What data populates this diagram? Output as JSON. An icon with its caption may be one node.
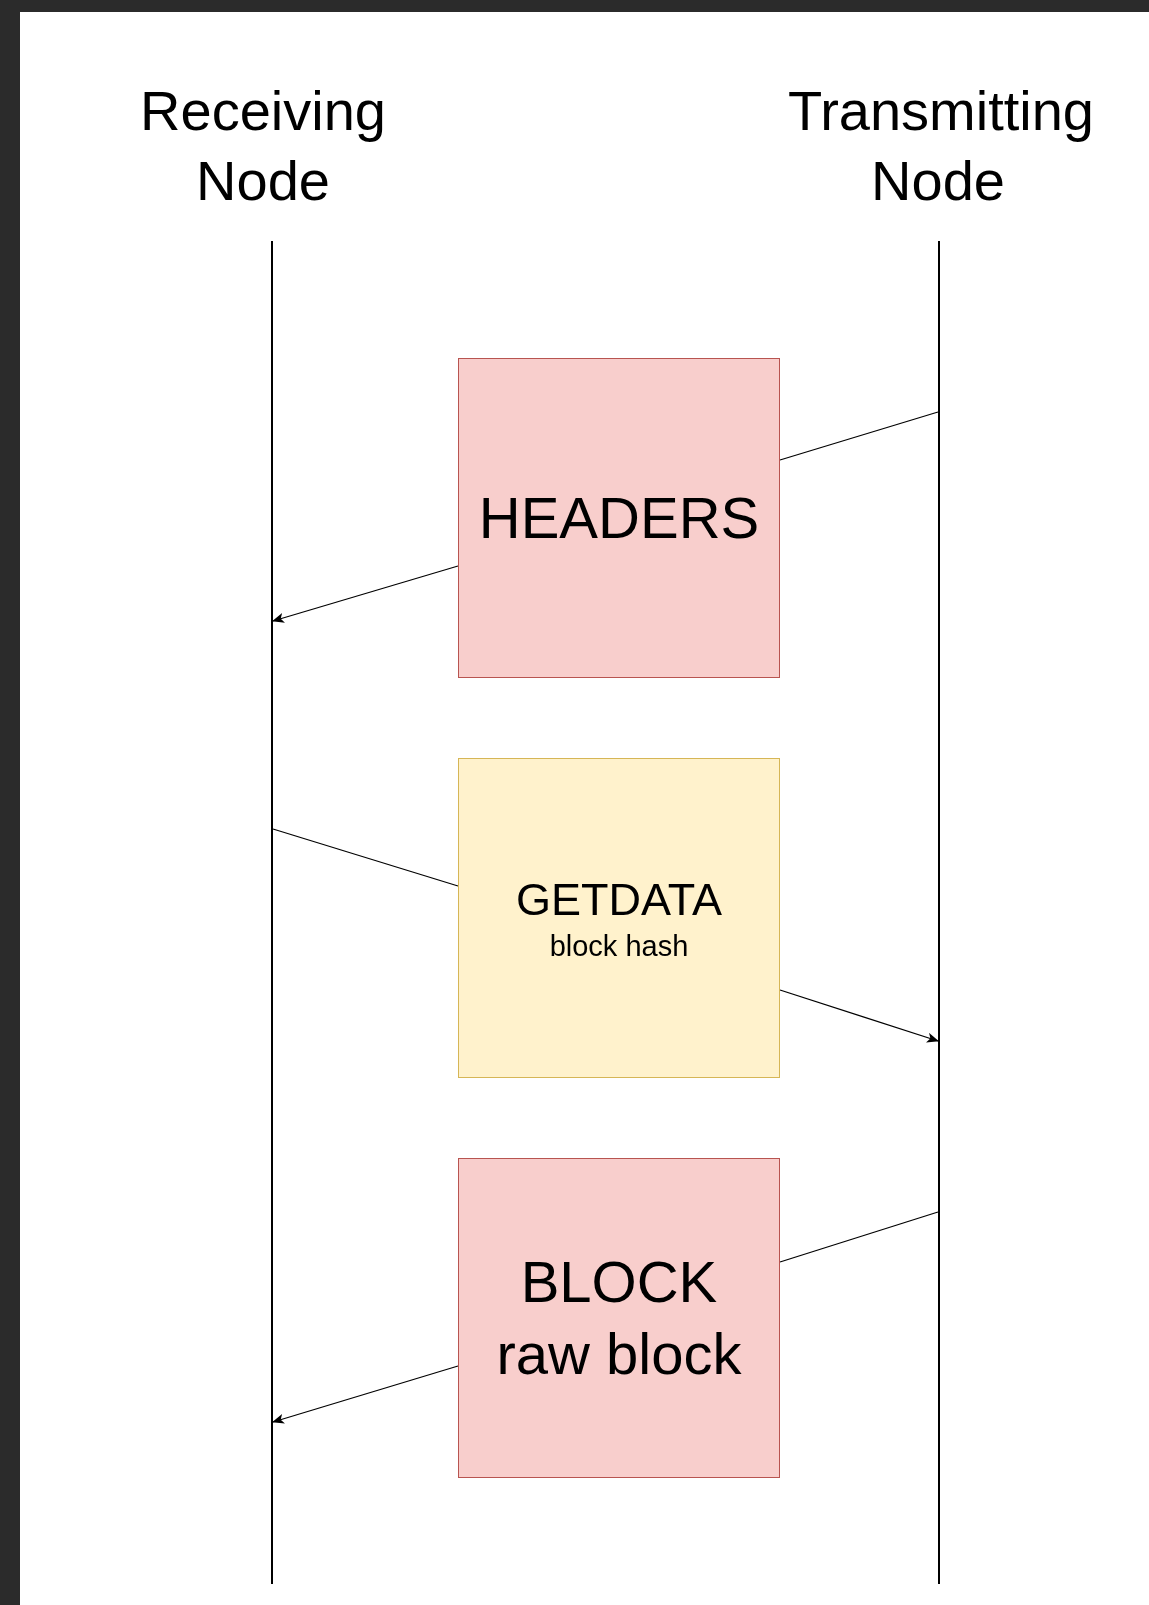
{
  "diagram": {
    "nodes": [
      {
        "text": [],
        "shape": "line"
      },
      {
        "text": [],
        "shape": "line"
      },
      {
        "text": [
          "HEADERS"
        ]
      },
      {
        "text": [
          "GETDATA",
          "block hash"
        ]
      },
      {
        "text": [
          "BLOCK raw block"
        ]
      }
    ],
    "edges": [
      {
        "from": 1,
        "to": 2,
        "arrow": "none"
      },
      {
        "from": 2,
        "to": 0,
        "arrow": "to"
      },
      {
        "from": 0,
        "to": 3,
        "arrow": "none"
      },
      {
        "from": 3,
        "to": 1,
        "arrow": "to"
      },
      {
        "from": 1,
        "to": 4,
        "arrow": "none"
      },
      {
        "from": 4,
        "to": 0,
        "arrow": "to"
      }
    ],
    "labels": [
      "Receiving Node",
      "Transmitting Node"
    ]
  }
}
